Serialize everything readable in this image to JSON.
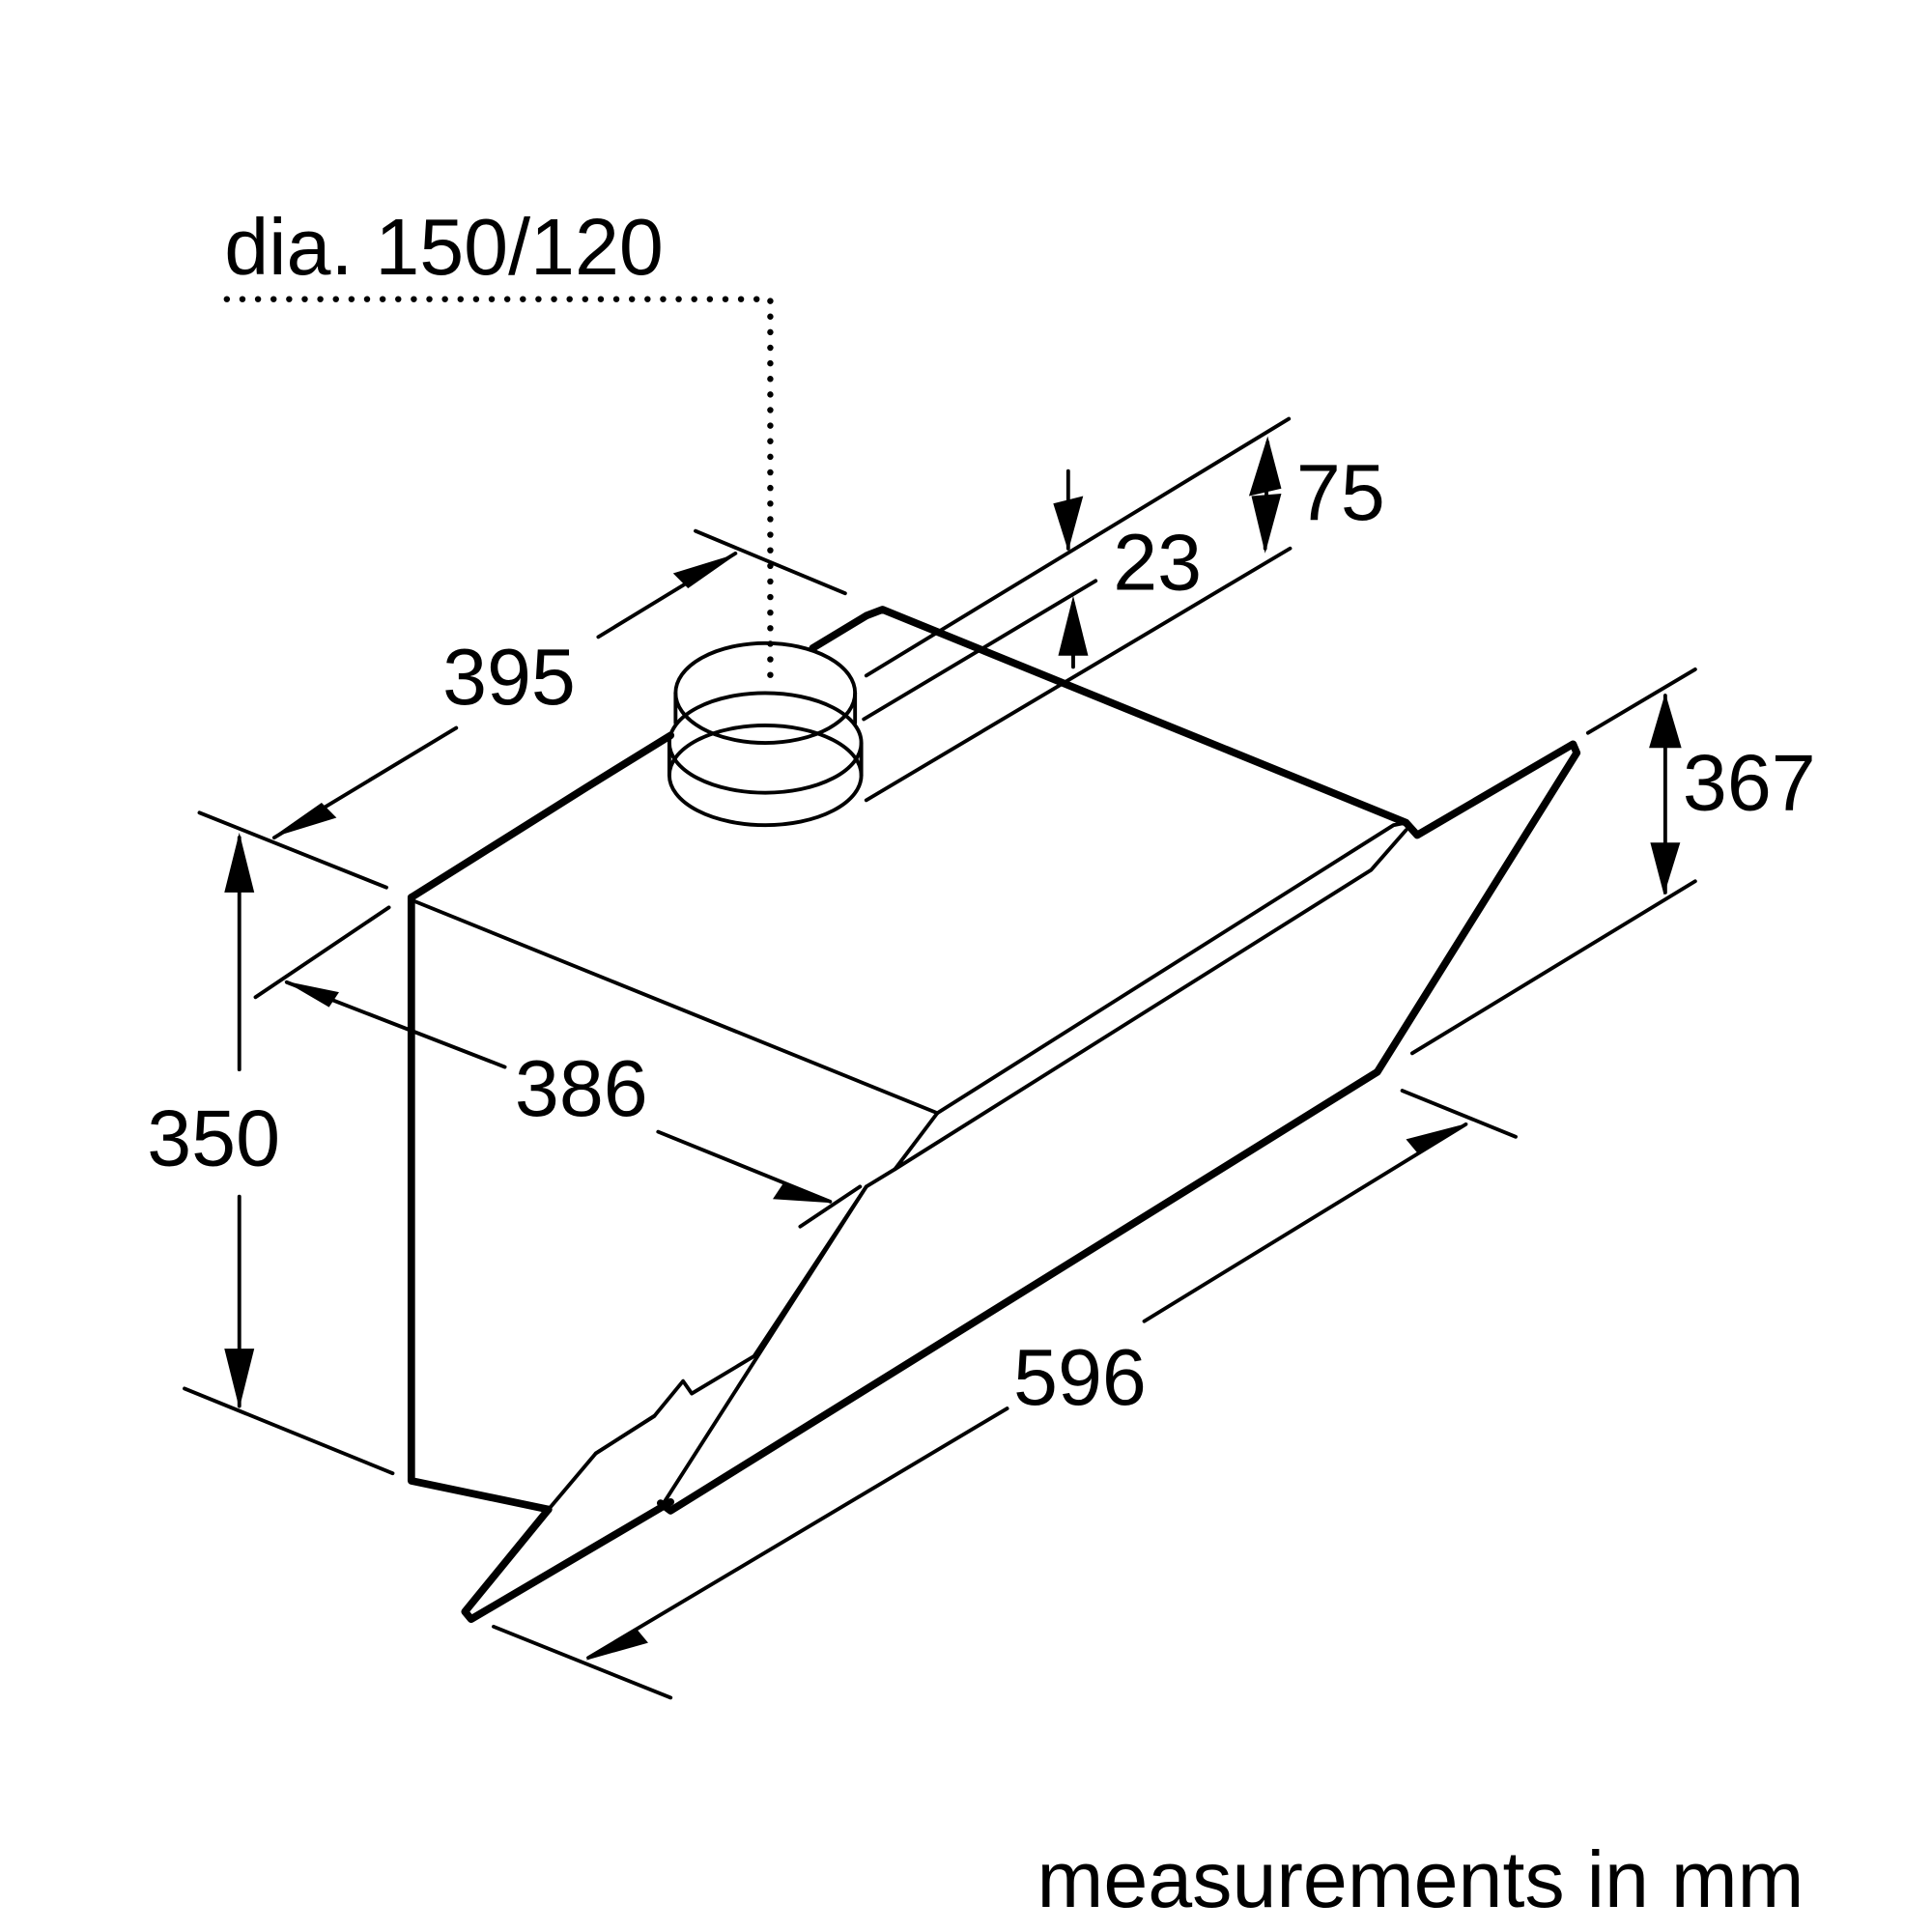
{
  "diagram": {
    "type": "technical-dimension-drawing",
    "subject": "angled chimney cooker hood",
    "duct_label": "dia. 150/120",
    "footnote": "measurements in mm",
    "colors": {
      "line": "#000000",
      "background": "#ffffff"
    },
    "dimensions": {
      "depth_top": "395",
      "depth_body": "386",
      "height_body": "350",
      "width": "596",
      "height_glass": "367",
      "duct_height": "75",
      "duct_offset": "23"
    }
  }
}
